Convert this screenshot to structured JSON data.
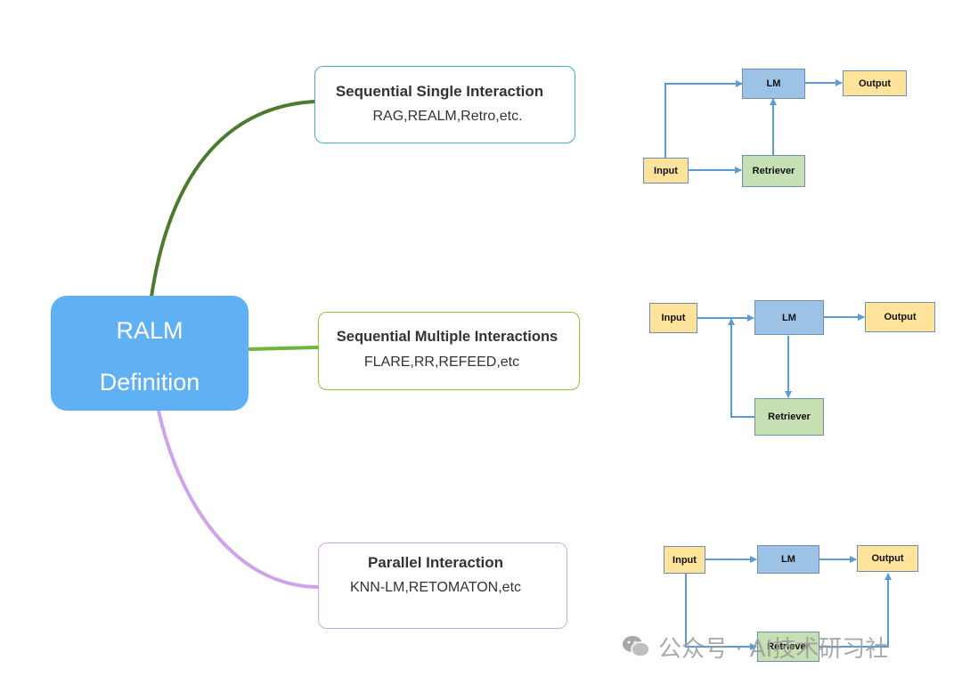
{
  "root": {
    "line1": "RALM",
    "line2": "Definition",
    "color": "#60b0f4"
  },
  "branches": [
    {
      "title": "Sequential Single Interaction",
      "examples": "RAG,REALM,Retro,etc.",
      "border_color": "#4bacc6",
      "connector_color": "#4e7a2b"
    },
    {
      "title": "Sequential Multiple Interactions",
      "examples": "FLARE,RR,REFEED,etc",
      "border_color": "#8cc63f",
      "connector_color": "#6fb43c"
    },
    {
      "title": "Parallel Interaction",
      "examples": "KNN-LM,RETOMATON,etc",
      "border_color": "#d4a6ee",
      "connector_color": "#cfa2ec"
    }
  ],
  "diagrams": {
    "single": {
      "input": "Input",
      "lm": "LM",
      "output": "Output",
      "retriever": "Retriever"
    },
    "multiple": {
      "input": "Input",
      "lm": "LM",
      "output": "Output",
      "retriever": "Retriever"
    },
    "parallel": {
      "input": "Input",
      "lm": "LM",
      "output": "Output",
      "retriever": "Retriever"
    }
  },
  "colors": {
    "arrow": "#5b9bd5",
    "node_yellow": "#ffe39a",
    "node_blue": "#9cc3e6",
    "node_green": "#c6e0b4"
  },
  "watermark": {
    "text": "公众号 · AI技术研习社",
    "icon": "wechat-icon"
  }
}
